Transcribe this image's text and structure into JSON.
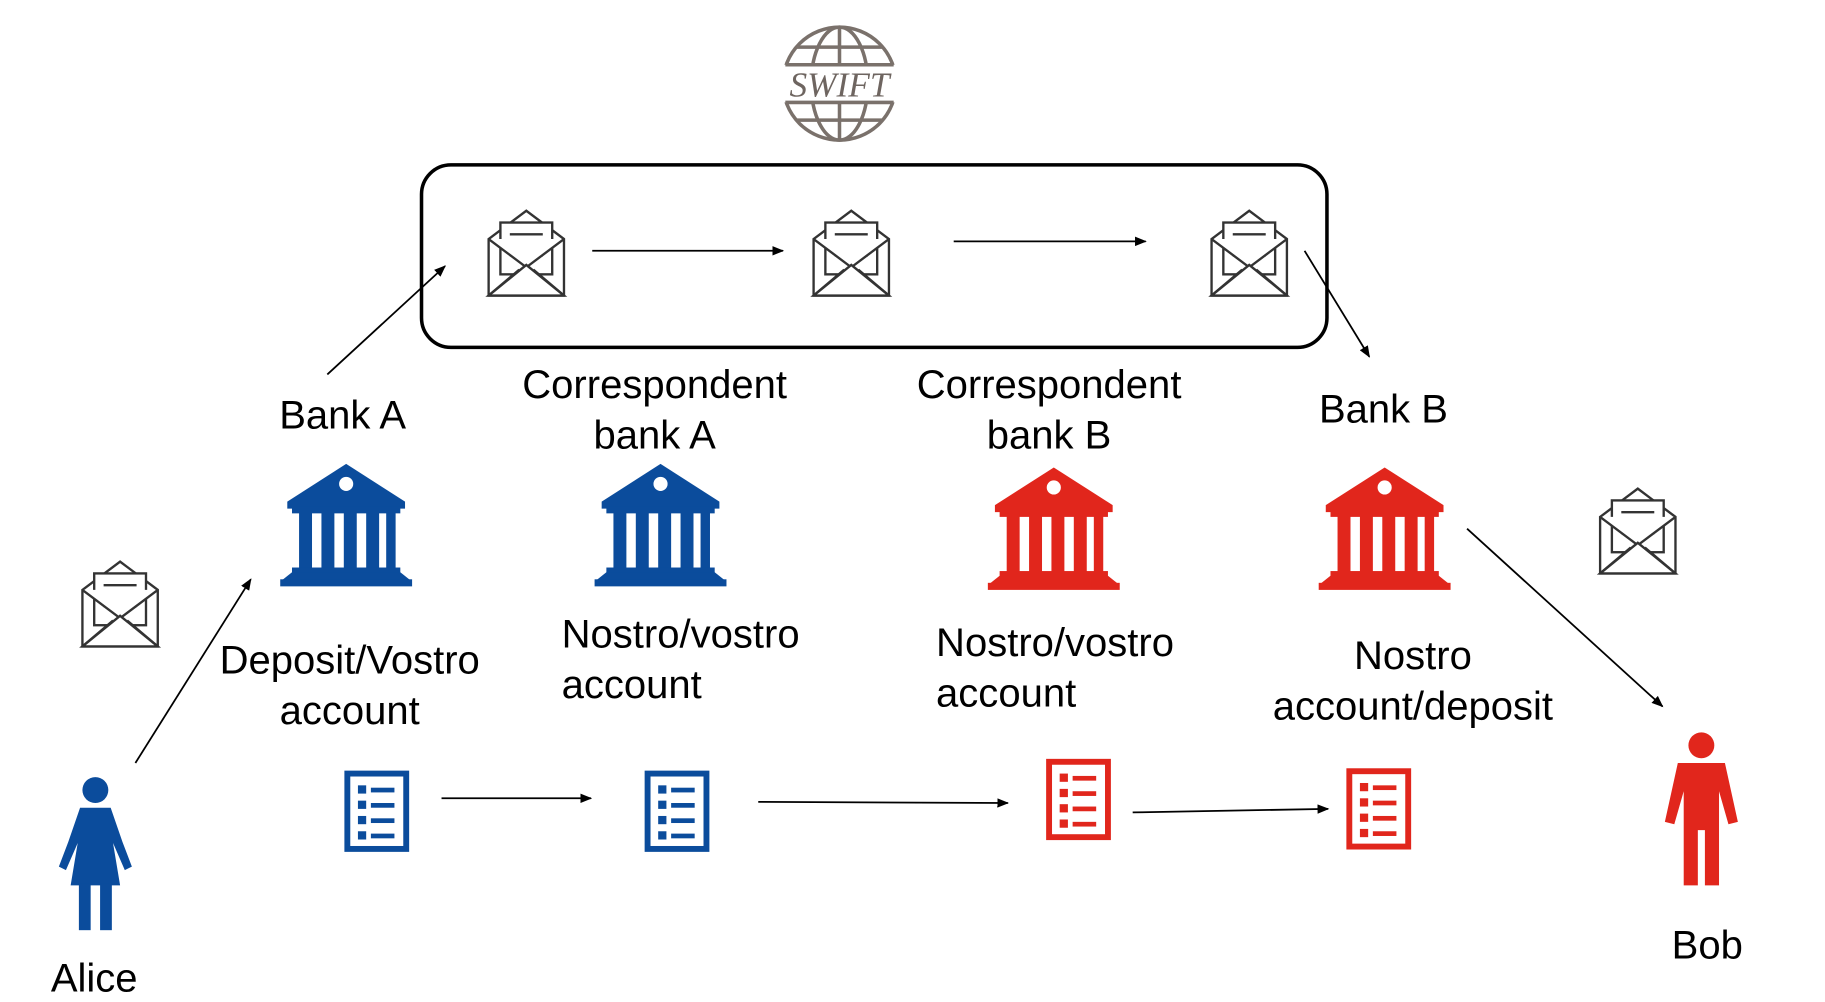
{
  "colors": {
    "blue": "#0b4c9c",
    "red": "#e1261c",
    "swift": "#7a716b",
    "line": "#000000"
  },
  "logo": {
    "text": "SWIFT"
  },
  "labels": {
    "bank_a": [
      "Bank A"
    ],
    "corr_a": [
      "Correspondent",
      "bank A"
    ],
    "corr_b": [
      "Correspondent",
      "bank B"
    ],
    "bank_b": [
      "Bank B"
    ],
    "acct_a": [
      "Deposit/Vostro",
      "account"
    ],
    "acct_corr_a": [
      "Nostro/vostro",
      "account"
    ],
    "acct_corr_b": [
      "Nostro/vostro",
      "account"
    ],
    "acct_b": [
      "Nostro",
      "account/deposit"
    ],
    "alice": "Alice",
    "bob": "Bob"
  },
  "icons": {
    "bank": "bank-building-icon",
    "ledger": "ledger-list-icon",
    "message": "envelope-message-icon",
    "person": "person-icon"
  }
}
